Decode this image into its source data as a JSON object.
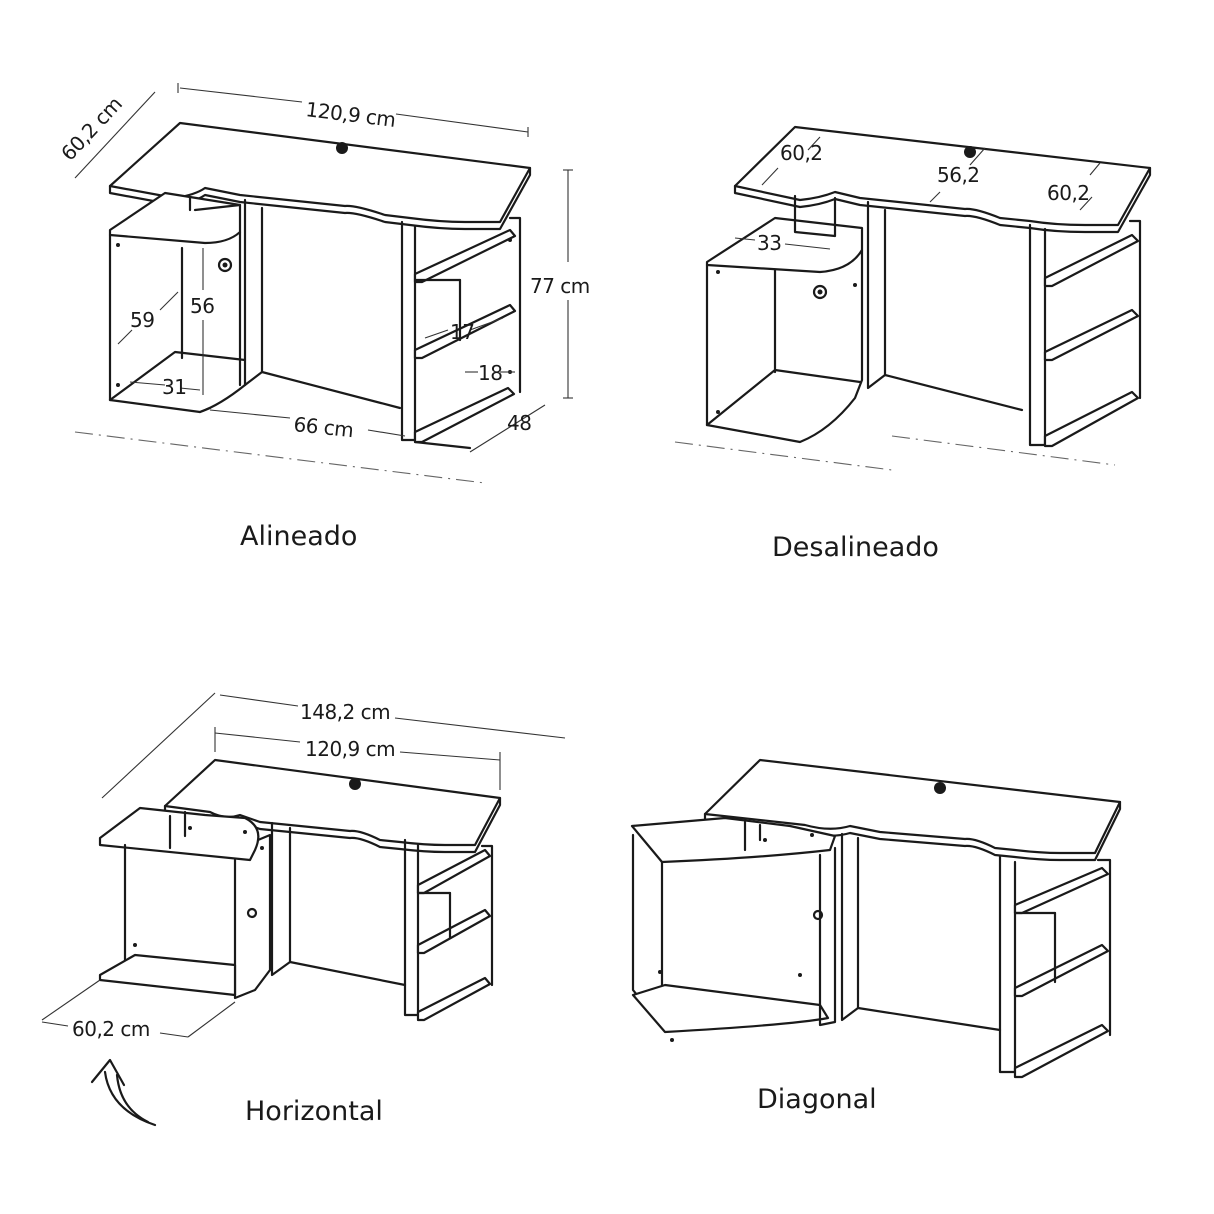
{
  "diagrams": [
    {
      "caption": "Alineado",
      "dimensions": {
        "width": "120,9 cm",
        "depth": "60,2 cm",
        "height": "77 cm",
        "cabinet_depth": "59",
        "cabinet_height": "56",
        "cabinet_width": "31",
        "knee_space": "66 cm",
        "shelf_height": "17",
        "shelf_width": "18",
        "shelf_depth": "48"
      }
    },
    {
      "caption": "Desalineado",
      "dimensions": {
        "left_depth": "60,2",
        "middle": "56,2",
        "right_depth": "60,2",
        "cabinet_width": "33"
      }
    },
    {
      "caption": "Horizontal",
      "dimensions": {
        "total_width": "148,2 cm",
        "desk_width": "120,9 cm",
        "depth": "60,2 cm"
      }
    },
    {
      "caption": "Diagonal",
      "dimensions": {}
    }
  ]
}
